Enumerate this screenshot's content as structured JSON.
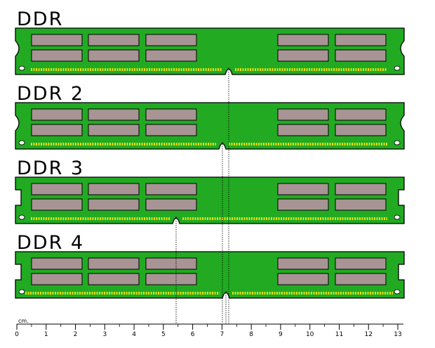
{
  "modules": [
    {
      "label": "DDR"
    },
    {
      "label": "DDR 2"
    },
    {
      "label": "DDR 3"
    },
    {
      "label": "DDR 4"
    }
  ],
  "ruler": {
    "unit": "cm.",
    "ticks": [
      "0",
      "1",
      "2",
      "3",
      "4",
      "5",
      "6",
      "7",
      "8",
      "9",
      "10",
      "11",
      "12",
      "13"
    ]
  },
  "colors": {
    "pcb": "#22aa22",
    "chip": "#a89494",
    "contact": "#e8e010",
    "outline": "#000000"
  }
}
